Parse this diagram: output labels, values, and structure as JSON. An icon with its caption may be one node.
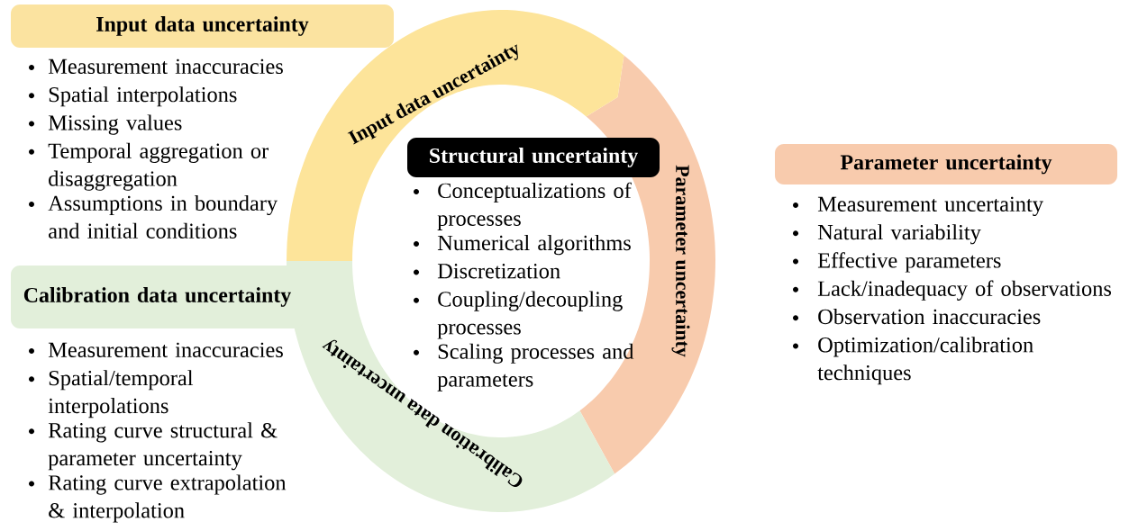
{
  "diagram": {
    "nodes": [
      {
        "text": [
          "Input data uncertainty"
        ],
        "beside": [
          "Measurement inaccuracies",
          "Spatial interpolations",
          "Missing values",
          "Temporal aggregation or disaggregation",
          "Assumptions in boundary and initial conditions"
        ]
      },
      {
        "text": [
          "Structural uncertainty"
        ]
      },
      {
        "text": [
          "Parameter uncertainty"
        ],
        "beside": [
          "Measurement uncertainty",
          "Natural variability",
          "Effective parameters",
          "Lack/inadequacy of observations",
          "Observation inaccuracies",
          "Optimization/calibration techniques"
        ]
      },
      {
        "text": [
          "Calibration data uncertainty"
        ],
        "beside": [
          "Measurement inaccuracies",
          "Spatial/temporal interpolations",
          "Rating curve structural & parameter uncertainty",
          "Rating curve extrapolation & interpolation"
        ]
      },
      {
        "text": [
          "Input data uncertainty"
        ]
      },
      {
        "text": [
          "Parameter uncertainty"
        ]
      },
      {
        "text": [
          "Calibration data uncertainty"
        ]
      }
    ],
    "labels": [
      "Conceptualizations of processes",
      "Numerical algorithms",
      "Discretization",
      "Coupling/decoupling processes",
      "Scaling processes and parameters"
    ]
  }
}
